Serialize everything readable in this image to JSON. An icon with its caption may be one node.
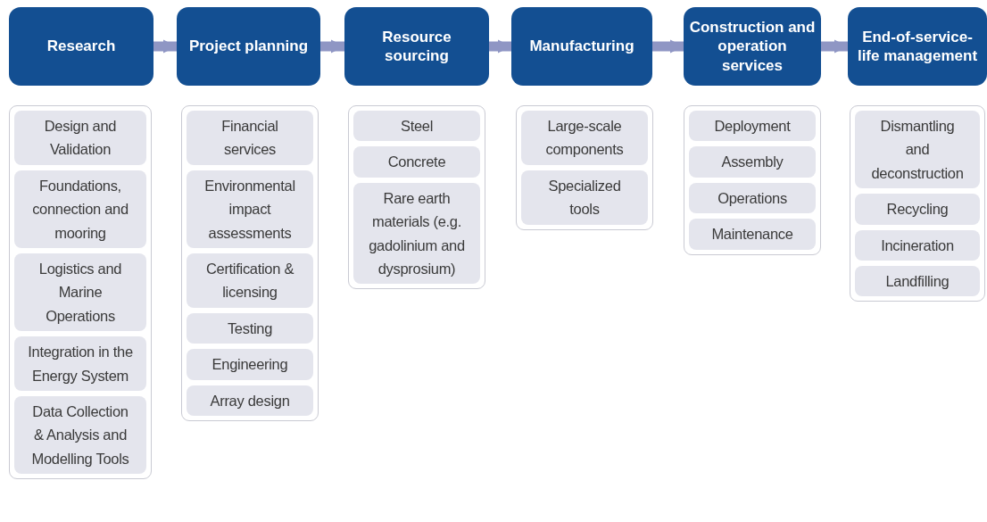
{
  "diagram": {
    "nodes": [
      {
        "text": [
          "Research"
        ]
      },
      {
        "text": [
          "Project planning"
        ]
      },
      {
        "text": [
          "Resource sourcing"
        ]
      },
      {
        "text": [
          "Manufacturing"
        ]
      },
      {
        "text": [
          "Construction and operation services"
        ]
      },
      {
        "text": [
          "End-of-service-life management"
        ]
      },
      {
        "text": [],
        "shape": "box"
      },
      {
        "text": [
          "Design and Validation"
        ],
        "in": 6
      },
      {
        "text": [
          "Foundations, connection and mooring"
        ],
        "in": 6
      },
      {
        "text": [
          "Logistics and Marine Operations"
        ],
        "in": 6
      },
      {
        "text": [
          "Integration in the Energy System"
        ],
        "in": 6
      },
      {
        "text": [
          "Data Collection & Analysis and Modelling Tools"
        ],
        "in": 6
      },
      {
        "text": [],
        "shape": "box"
      },
      {
        "text": [
          "Financial services"
        ],
        "in": 12
      },
      {
        "text": [
          "Environmental impact assessments"
        ],
        "in": 12
      },
      {
        "text": [
          "Certification & licensing"
        ],
        "in": 12
      },
      {
        "text": [
          "Testing"
        ],
        "in": 12
      },
      {
        "text": [
          "Engineering"
        ],
        "in": 12
      },
      {
        "text": [
          "Array design"
        ],
        "in": 12
      },
      {
        "text": [],
        "shape": "box"
      },
      {
        "text": [
          "Steel"
        ],
        "in": 19
      },
      {
        "text": [
          "Concrete"
        ],
        "in": 19
      },
      {
        "text": [
          "Rare earth materials (e.g. gadolinium and dysprosium)"
        ],
        "in": 19
      },
      {
        "text": [],
        "shape": "box"
      },
      {
        "text": [
          "Large-scale components"
        ],
        "in": 23
      },
      {
        "text": [
          "Specialized tools"
        ],
        "in": 23
      },
      {
        "text": [],
        "shape": "box"
      },
      {
        "text": [
          "Deployment"
        ],
        "in": 26
      },
      {
        "text": [
          "Assembly"
        ],
        "in": 26
      },
      {
        "text": [
          "Operations"
        ],
        "in": 26
      },
      {
        "text": [
          "Maintenance"
        ],
        "in": 26
      },
      {
        "text": [],
        "shape": "box"
      },
      {
        "text": [
          "Dismantling and deconstruction"
        ],
        "in": 31
      },
      {
        "text": [
          "Recycling"
        ],
        "in": 31
      },
      {
        "text": [
          "Incineration"
        ],
        "in": 31
      },
      {
        "text": [
          "Landfilling"
        ],
        "in": 31
      }
    ],
    "edges": [
      {
        "from": 0,
        "to": 1,
        "arrow": "to"
      },
      {
        "from": 1,
        "to": 2,
        "arrow": "to"
      },
      {
        "from": 2,
        "to": 3,
        "arrow": "to"
      },
      {
        "from": 3,
        "to": 4,
        "arrow": "to"
      },
      {
        "from": 4,
        "to": 5,
        "arrow": "to"
      }
    ]
  }
}
